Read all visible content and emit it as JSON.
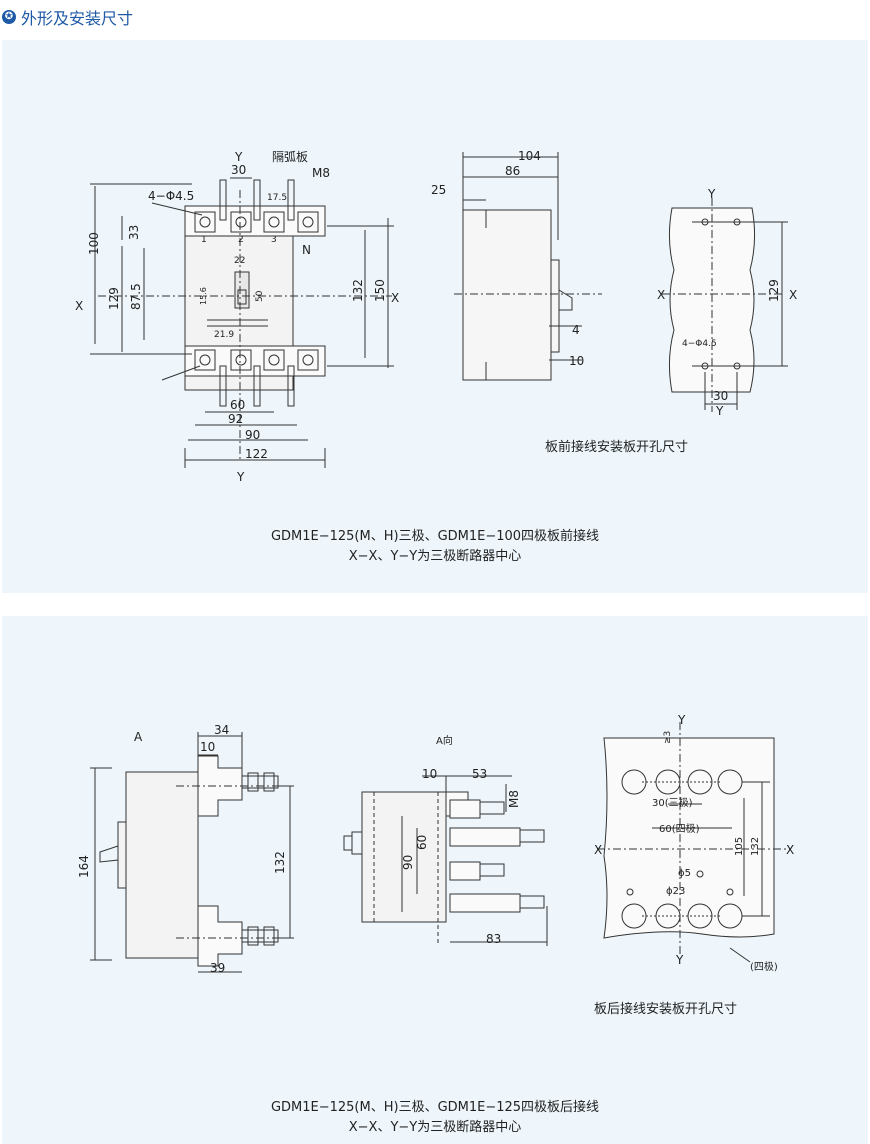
{
  "header": {
    "icon": "star-circle-icon",
    "title": "外形及安装尺寸"
  },
  "panel1": {
    "front": {
      "y_top": "Y",
      "dim_30": "30",
      "arc_plate": "隔弧板",
      "m8": "M8",
      "holes": "4−Φ4.5",
      "d100": "100",
      "d33": "33",
      "x_left": "X",
      "d129": "129",
      "d87_5": "87.5",
      "d17_5": "17.5",
      "p1": "1",
      "p2": "2",
      "p3": "3",
      "n": "N",
      "d22": "22",
      "d50": "50",
      "d15_6": "15.6",
      "d21_9": "21.9",
      "d132": "132",
      "d150": "150",
      "x_right": "X",
      "d60": "60",
      "d92": "92",
      "d90": "90",
      "d122": "122",
      "y_bottom": "Y"
    },
    "side": {
      "d104": "104",
      "d86": "86",
      "d25": "25",
      "d4": "4",
      "d10": "10"
    },
    "cutout": {
      "y_top": "Y",
      "x_left": "X",
      "x_right": "X",
      "d129": "129",
      "holes": "4−Φ4.5",
      "d30": "30",
      "y_bottom": "Y",
      "title": "板前接线安装板开孔尺寸"
    },
    "caption_line1": "GDM1E−125(M、H)三极、GDM1E−100四极板前接线",
    "caption_line2": "X−X、Y−Y为三极断路器中心"
  },
  "panel2": {
    "side": {
      "a_arrow": "A",
      "d34": "34",
      "d10": "10",
      "d164": "164",
      "d132": "132",
      "d39": "39"
    },
    "aview": {
      "title": "A向",
      "d10": "10",
      "d53": "53",
      "m8": "M8",
      "d60": "60",
      "d90": "90",
      "d83": "83"
    },
    "cutout": {
      "y_top": "Y",
      "d3": "≥3",
      "d30": "30(三极)",
      "d60": "60(四极)",
      "x_left": "X",
      "x_right": "X",
      "d105": "105",
      "d132": "132",
      "phi5": "ϕ5",
      "phi23": "ϕ23",
      "y_bottom": "Y",
      "four_pole": "(四极)",
      "title": "板后接线安装板开孔尺寸"
    },
    "caption_line1": "GDM1E−125(M、H)三极、GDM1E−125四极板后接线",
    "caption_line2": "X−X、Y−Y为三极断路器中心"
  }
}
